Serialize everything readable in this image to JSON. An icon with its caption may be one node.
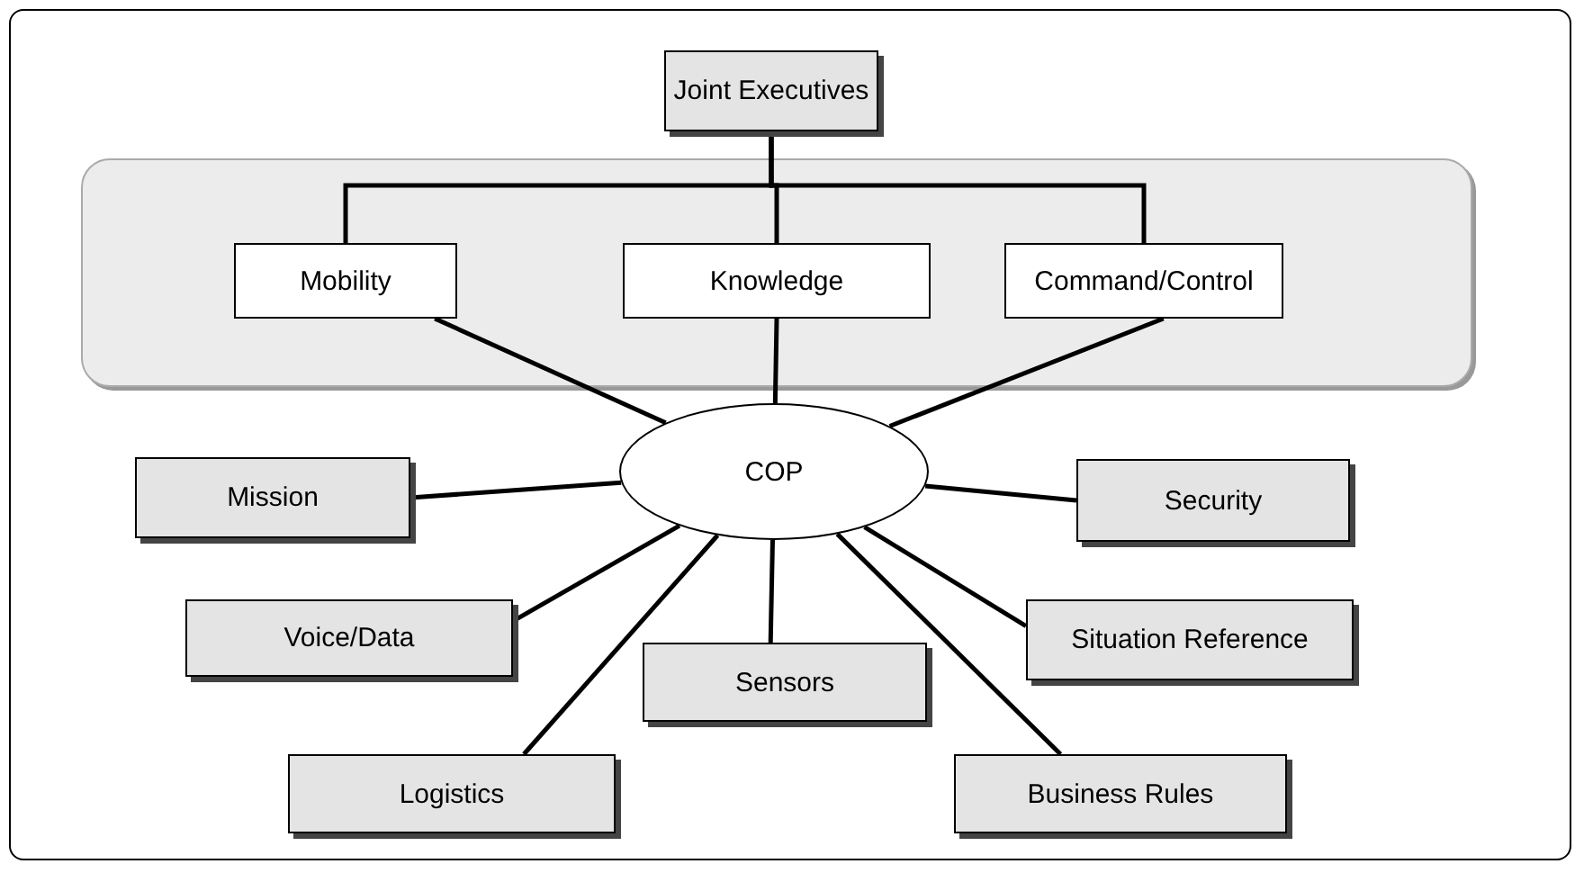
{
  "diagram": {
    "nodes": [
      {
        "text": [
          "Joint Executives"
        ]
      },
      {
        "text": [],
        "shape": "box"
      },
      {
        "text": [
          "Mobility"
        ],
        "in": 1
      },
      {
        "text": [
          "Knowledge"
        ],
        "in": 1
      },
      {
        "text": [
          "Command/Control"
        ],
        "in": 1
      },
      {
        "text": [
          "COP"
        ]
      },
      {
        "text": [
          "Mission"
        ]
      },
      {
        "text": [
          "Security"
        ]
      },
      {
        "text": [
          "Voice/Data"
        ]
      },
      {
        "text": [
          "Situation Reference"
        ]
      },
      {
        "text": [
          "Sensors"
        ]
      },
      {
        "text": [
          "Logistics"
        ]
      },
      {
        "text": [
          "Business Rules"
        ]
      }
    ],
    "edges": [
      {
        "from": 0,
        "to": 2,
        "arrow": "none"
      },
      {
        "from": 0,
        "to": 3,
        "arrow": "none"
      },
      {
        "from": 0,
        "to": 4,
        "arrow": "none"
      },
      {
        "from": 2,
        "to": 5,
        "arrow": "none"
      },
      {
        "from": 3,
        "to": 5,
        "arrow": "none"
      },
      {
        "from": 4,
        "to": 5,
        "arrow": "none"
      },
      {
        "from": 5,
        "to": 6,
        "arrow": "none"
      },
      {
        "from": 5,
        "to": 7,
        "arrow": "none"
      },
      {
        "from": 5,
        "to": 8,
        "arrow": "none"
      },
      {
        "from": 5,
        "to": 9,
        "arrow": "none"
      },
      {
        "from": 5,
        "to": 10,
        "arrow": "none"
      },
      {
        "from": 5,
        "to": 11,
        "arrow": "none"
      },
      {
        "from": 5,
        "to": 12,
        "arrow": "none"
      }
    ]
  }
}
